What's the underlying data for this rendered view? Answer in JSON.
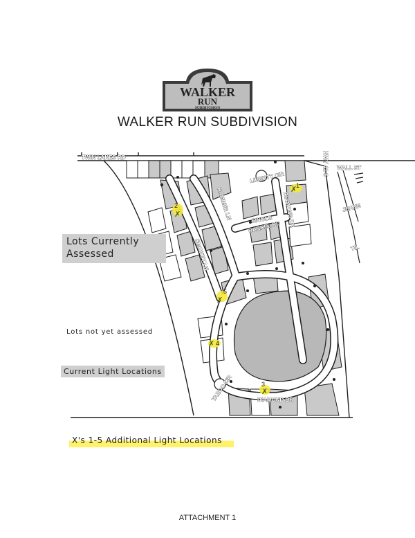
{
  "header": {
    "logo": {
      "line1": "WALKER",
      "line2": "RUN",
      "line3": "SUBDIVISION",
      "icon": "dog-icon"
    },
    "title": "WALKER RUN SUBDIVISION"
  },
  "map": {
    "streets": {
      "twin_lakes": "TWIN LAKES RD",
      "hammer": "HAMMER LN",
      "liberty": "LIBERTY CIR",
      "diamond_north": "DIAMOND DR",
      "single": "SINGLE",
      "barrel": "BARREL RD",
      "smokey": "SMOKEY LN",
      "yazoo": "YAZOO CIR",
      "diamond_south": "DIAMOND DR",
      "hwy": "HWY 41 S",
      "wall": "WALL ST",
      "jeane": "JEANE",
      "til": "TIL"
    },
    "markers": [
      {
        "id": "1",
        "label": "1"
      },
      {
        "id": "2",
        "label": "2"
      },
      {
        "id": "3",
        "label": "3"
      },
      {
        "id": "4",
        "label": "4"
      },
      {
        "id": "5",
        "label": "5"
      }
    ],
    "colors": {
      "assessed_lot": "#c9c9c9",
      "not_assessed_lot": "#ffffff",
      "highlight": "#f5e83a",
      "line": "#1e1e1e"
    }
  },
  "legend": {
    "assessed": "Lots Currently Assessed",
    "not_assessed": "Lots not yet assessed",
    "current_lights": "Current Light Locations",
    "additional_lights": "X's 1-5 Additional Light Locations"
  },
  "footer": {
    "attachment": "ATTACHMENT 1"
  }
}
